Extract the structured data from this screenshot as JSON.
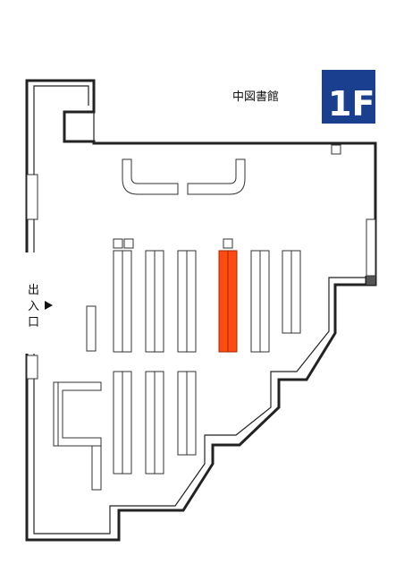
{
  "header": {
    "building_name": "中図書館",
    "floor_label": "1F",
    "floor_badge_color": "#1b3f8f"
  },
  "entrance": {
    "label_line1": "出",
    "label_line2": "入",
    "label_line3": "口",
    "arrow_icon": "triangle-right-icon"
  },
  "highlight": {
    "color": "#ff4a12",
    "shelf": "center-row-4th"
  },
  "colors": {
    "wall": "#222222",
    "shelf_outline": "#333333",
    "background": "#ffffff"
  }
}
